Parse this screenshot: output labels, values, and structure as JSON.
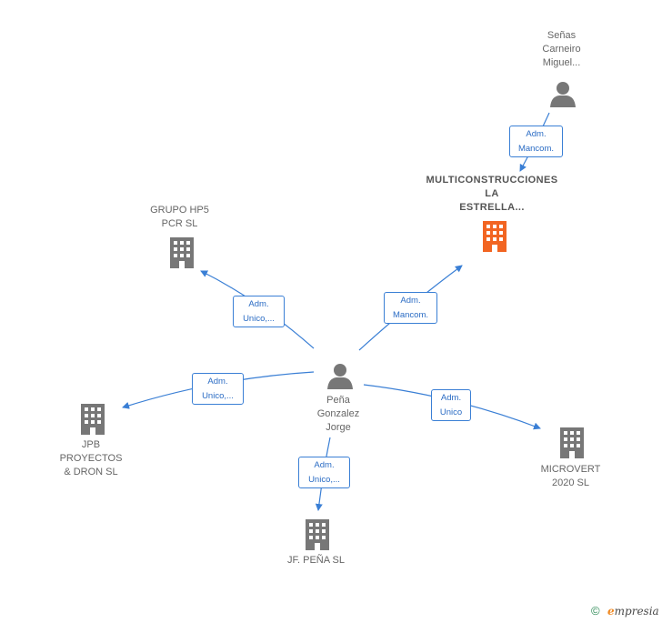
{
  "colors": {
    "edge": "#3a7fd5",
    "company": "#777777",
    "highlight_company": "#f26522",
    "person": "#777777"
  },
  "nodes": {
    "center": {
      "label": "Peña\nGonzalez\nJorge",
      "icon": "person-icon"
    },
    "senas": {
      "label": "Señas\nCarneiro\nMiguel...",
      "icon": "person-icon"
    },
    "multi": {
      "label": "MULTICONSTRUCCIONES\nLA\nESTRELLA...",
      "icon": "building-icon"
    },
    "grupo": {
      "label": "GRUPO HP5\nPCR  SL",
      "icon": "building-icon"
    },
    "jpb": {
      "label": "JPB\nPROYECTOS\n& DRON  SL",
      "icon": "building-icon"
    },
    "microvert": {
      "label": "MICROVERT\n2020 SL",
      "icon": "building-icon"
    },
    "jf": {
      "label": "JF.  PEÑA  SL",
      "icon": "building-icon"
    }
  },
  "edges": {
    "senas_multi": "Adm.\nMancom.",
    "center_multi": "Adm.\nMancom.",
    "center_grupo": "Adm.\nUnico,...",
    "center_jpb": "Adm.\nUnico,...",
    "center_microvert": "Adm.\nUnico",
    "center_jf": "Adm.\nUnico,..."
  },
  "footer": {
    "copyright": "©",
    "brand_initial": "e",
    "brand_rest": "mpresia"
  }
}
